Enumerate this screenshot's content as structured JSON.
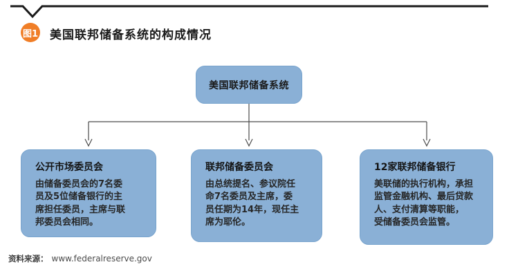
{
  "header": {
    "badge": "图1",
    "title": "美国联邦储备系统的构成情况"
  },
  "diagram": {
    "type": "org-chart",
    "root": {
      "label": "美国联邦储备系统"
    },
    "children": [
      {
        "title": "公开市场委员会",
        "body_lines": [
          "由储备委员会的7名委",
          "员及5位储备银行的主",
          "席担任委员，主席与联",
          "邦委员会相同。"
        ]
      },
      {
        "title": "联邦储备委员会",
        "body_lines": [
          "由总统提名、参议院任",
          "命7名委员及主席，委",
          "员任期为14年，现任主",
          "席为耶伦。"
        ]
      },
      {
        "title": "12家联邦储备银行",
        "body_lines": [
          "美联储的执行机构，承担",
          "监管金融机构、最后贷款",
          "人、支付清算等职能，",
          "受储备委员会监管。"
        ]
      }
    ]
  },
  "footer": {
    "source_label": "资料来源：",
    "source_url": "www.federalreserve.gov"
  },
  "colors": {
    "accent_orange": "#F07E27",
    "node_fill": "#8AB0D6",
    "node_border": "#77A3CD",
    "rule_black": "#1A1A1A",
    "connector_gray": "#4A4A4A"
  }
}
